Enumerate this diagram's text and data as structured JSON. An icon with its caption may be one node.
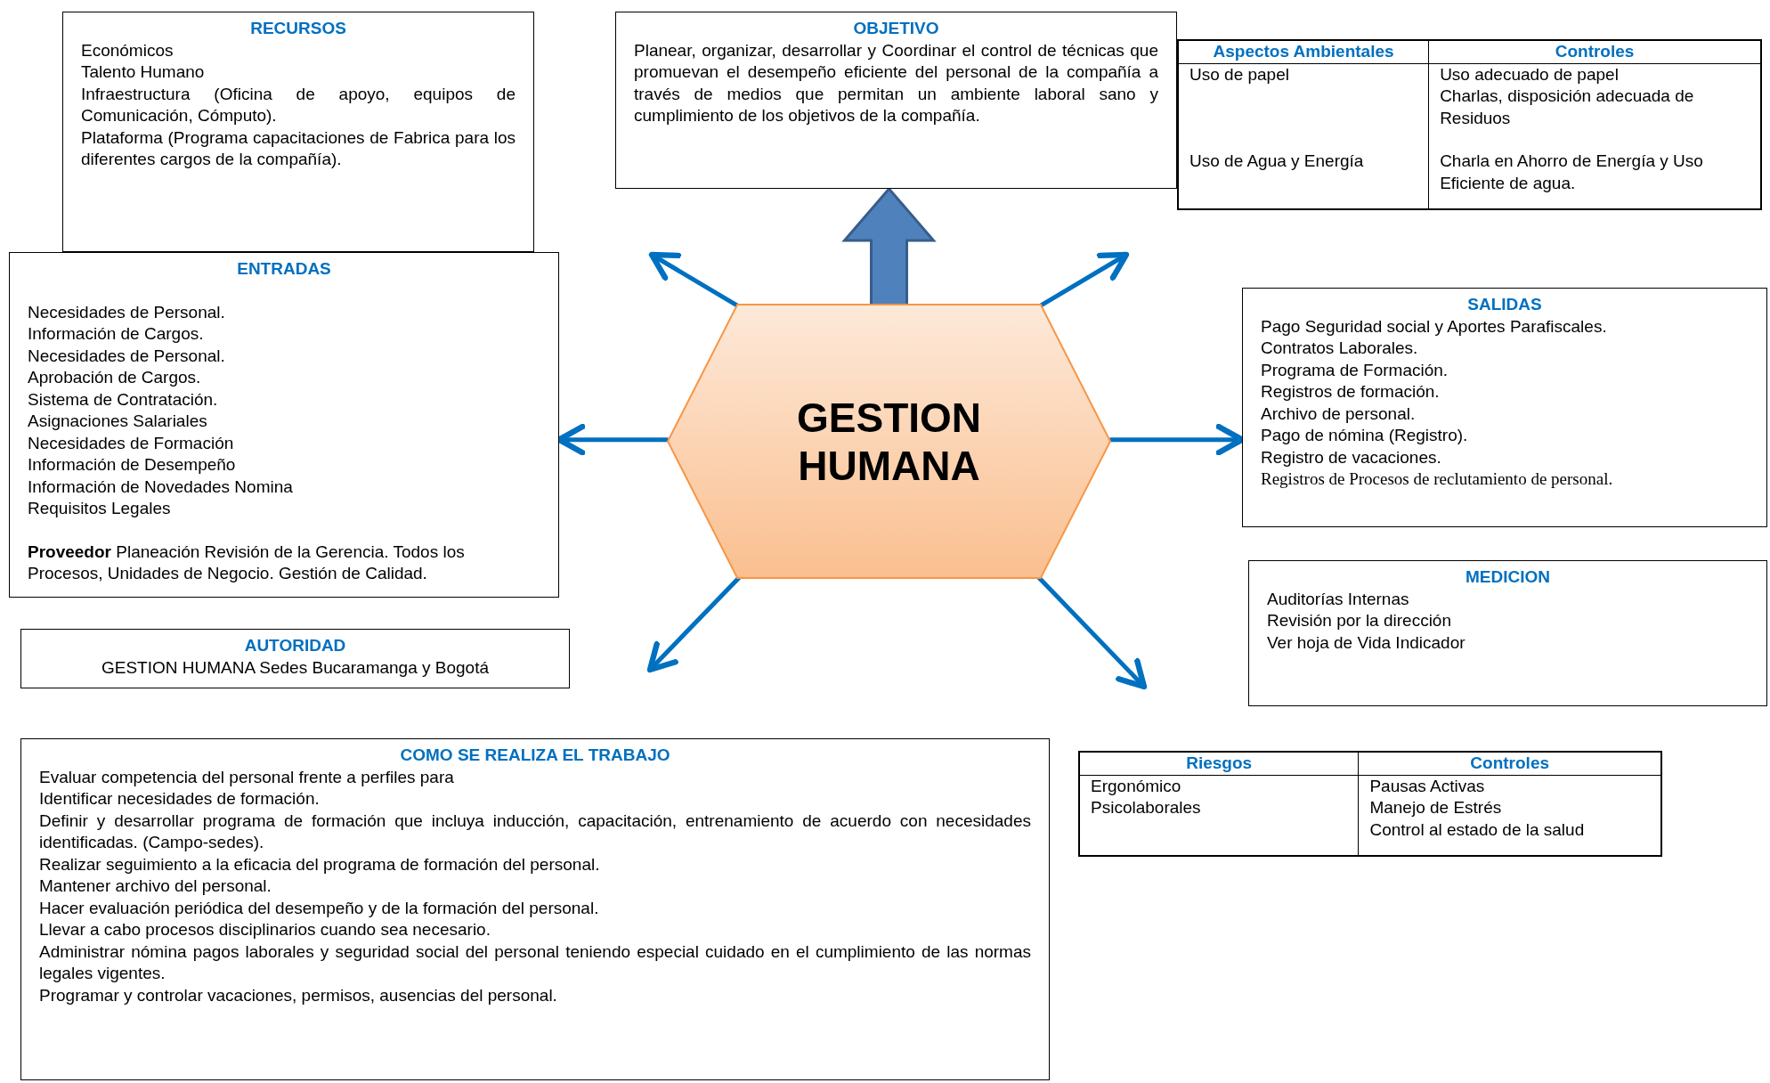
{
  "diagram": {
    "nodes": [
      {
        "text": [
          "RECURSOS",
          "Económicos",
          "Talento Humano",
          "Infraestructura (Oficina de apoyo, equipos de Comunicación, Cómputo).",
          "Plataforma (Programa capacitaciones de Fabrica para los diferentes cargos de la compañía)."
        ]
      },
      {
        "text": [
          "OBJETIVO",
          "Planear, organizar, desarrollar y Coordinar el control de técnicas que promuevan el desempeño eficiente del personal de la compañía a través de medios que permitan un ambiente laboral sano y cumplimiento de los objetivos de la compañía."
        ]
      },
      {
        "text": [
          "ENTRADAS",
          "Necesidades de Personal.",
          "Información de Cargos.",
          "Necesidades de Personal.",
          "Aprobación de Cargos.",
          "Sistema de Contratación.",
          "Asignaciones Salariales",
          "Necesidades de Formación",
          "Información de Desempeño",
          "Información de Novedades Nomina",
          "Requisitos Legales",
          "**Proveedor** Planeación Revisión de la Gerencia. Todos los Procesos, Unidades de Negocio. Gestión de Calidad."
        ]
      },
      {
        "text": [
          "GESTION HUMANA"
        ]
      },
      {
        "text": [
          "SALIDAS",
          "Pago Seguridad social y Aportes Parafiscales.",
          "Contratos Laborales.",
          "Programa de Formación.",
          "Registros de formación.",
          "Archivo de personal.",
          "Pago de nómina (Registro).",
          "Registro de vacaciones.",
          "Registros de Procesos de reclutamiento de personal."
        ]
      },
      {
        "text": [
          "AUTORIDAD",
          "GESTION HUMANA Sedes Bucaramanga  y Bogotá"
        ]
      },
      {
        "text": [
          "MEDICION",
          "Auditorías Internas",
          "Revisión por la dirección",
          "Ver hoja de Vida Indicador"
        ]
      },
      {
        "text": [
          "COMO SE REALIZA EL TRABAJO",
          "Evaluar competencia del personal frente a perfiles para",
          "Identificar necesidades de formación.",
          "Definir y desarrollar programa de formación que incluya inducción, capacitación, entrenamiento de acuerdo con necesidades identificadas. (Campo-sedes).",
          "Realizar seguimiento a la eficacia del programa de formación del personal.",
          "Mantener archivo del personal.",
          "Hacer evaluación periódica del desempeño y de la formación del personal.",
          "Llevar a cabo procesos disciplinarios cuando sea necesario.",
          "Administrar nómina pagos laborales y seguridad social del personal teniendo especial cuidado en el cumplimiento de las normas legales vigentes.",
          "Programar y controlar vacaciones, permisos, ausencias del personal."
        ]
      }
    ],
    "edges": [
      {
        "from": 3,
        "to": null,
        "arrow": "to"
      },
      {
        "from": 3,
        "to": 1,
        "arrow": "to",
        "style": "thick",
        "color": "#4f81bd"
      },
      {
        "from": 3,
        "to": null,
        "arrow": "to"
      },
      {
        "from": 3,
        "to": 2,
        "arrow": "to"
      },
      {
        "from": 3,
        "to": 4,
        "arrow": "to"
      },
      {
        "from": 3,
        "to": null,
        "arrow": "to"
      },
      {
        "from": 3,
        "to": null,
        "arrow": "to"
      }
    ],
    "labels": [
      "Aspectos Ambientales",
      "Controles",
      "Uso de papel",
      "Uso adecuado de papel",
      "Charlas, disposición adecuada de Residuos",
      "Uso de Agua y Energía",
      "Charla en Ahorro de Energía y Uso Eficiente  de agua.",
      "Riesgos",
      "Controles",
      "Ergonómico",
      "Pausas Activas",
      "Psicolaborales",
      "Manejo de Estrés",
      "Control al estado de la salud"
    ]
  }
}
